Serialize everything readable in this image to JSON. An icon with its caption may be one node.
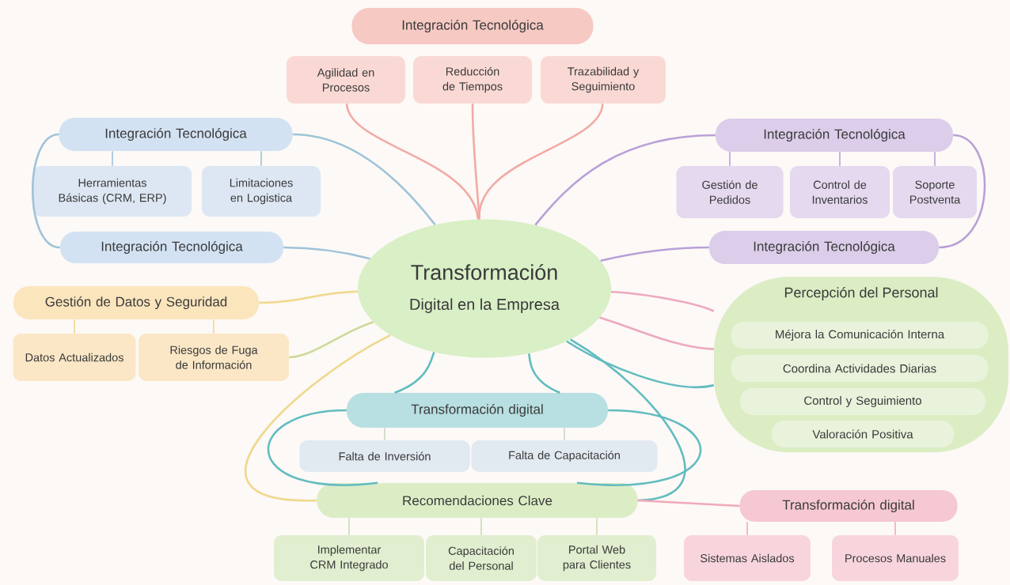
{
  "diagram": {
    "nodes": [
      {
        "text": [
          "Transformación",
          "Digital en la Empresa"
        ]
      },
      {
        "text": [
          "Integración Tecnológica"
        ]
      },
      {
        "text": [
          "Agilidad en Procesos"
        ]
      },
      {
        "text": [
          "Reducción de Tiempos"
        ]
      },
      {
        "text": [
          "Trazabilidad y Seguimiento"
        ]
      },
      {
        "text": [
          "Integración Tecnológica"
        ]
      },
      {
        "text": [
          "Herramientas Básicas (CRM, ERP)"
        ]
      },
      {
        "text": [
          "Limitaciones en Logistica"
        ]
      },
      {
        "text": [
          "Integración Tecnológica"
        ]
      },
      {
        "text": [
          "Integración Tecnológica"
        ]
      },
      {
        "text": [
          "Gestión de Pedidos"
        ]
      },
      {
        "text": [
          "Control de Inventarios"
        ]
      },
      {
        "text": [
          "Soporte Postventa"
        ]
      },
      {
        "text": [
          "Integración Tecnológica"
        ]
      },
      {
        "text": [
          "Gestión de Datos y Seguridad"
        ]
      },
      {
        "text": [
          "Datos Actualizados"
        ]
      },
      {
        "text": [
          "Riesgos de Fuga de Información"
        ]
      },
      {
        "text": [
          "Percepción del Personal"
        ]
      },
      {
        "text": [
          "Méjora la Comunicación Interna"
        ],
        "in": 17
      },
      {
        "text": [
          "Coordina Actividades Diarias"
        ],
        "in": 17
      },
      {
        "text": [
          "Control y Seguimiento"
        ],
        "in": 17
      },
      {
        "text": [
          "Valoración Positiva"
        ],
        "in": 17
      },
      {
        "text": [
          "Transformación digital"
        ]
      },
      {
        "text": [
          "Falta de Inversión"
        ]
      },
      {
        "text": [
          "Falta de Capacitación"
        ]
      },
      {
        "text": [
          "Recomendaciones Clave"
        ]
      },
      {
        "text": [
          "Implementar CRM Integrado"
        ]
      },
      {
        "text": [
          "Capacitación del Personal"
        ]
      },
      {
        "text": [
          "Portal Web para Clientes"
        ]
      },
      {
        "text": [
          "Transformación digital"
        ]
      },
      {
        "text": [
          "Sistemas Aislados"
        ]
      },
      {
        "text": [
          "Procesos Manuales"
        ]
      }
    ],
    "edges": [
      {
        "from": 0,
        "to": 2,
        "arrow": "none",
        "color": "#f2aaa5"
      },
      {
        "from": 0,
        "to": 3,
        "arrow": "none",
        "color": "#f2aaa5"
      },
      {
        "from": 0,
        "to": 4,
        "arrow": "none",
        "color": "#f2aaa5"
      },
      {
        "from": 0,
        "to": 5,
        "arrow": "none",
        "color": "#9fc3d8"
      },
      {
        "from": 5,
        "to": 6,
        "arrow": "none",
        "color": "#9fc3d8"
      },
      {
        "from": 5,
        "to": 7,
        "arrow": "none",
        "color": "#9fc3d8"
      },
      {
        "from": 5,
        "to": 8,
        "arrow": "none",
        "color": "#9fc3d8"
      },
      {
        "from": 0,
        "to": 8,
        "arrow": "none",
        "color": "#9fc3d8"
      },
      {
        "from": 0,
        "to": 9,
        "arrow": "none",
        "color": "#b9a0d8"
      },
      {
        "from": 9,
        "to": 10,
        "arrow": "none",
        "color": "#b9a0d8"
      },
      {
        "from": 9,
        "to": 11,
        "arrow": "none",
        "color": "#b9a0d8"
      },
      {
        "from": 9,
        "to": 12,
        "arrow": "none",
        "color": "#b9a0d8"
      },
      {
        "from": 9,
        "to": 13,
        "arrow": "none",
        "color": "#b9a0d8"
      },
      {
        "from": 0,
        "to": 13,
        "arrow": "none",
        "color": "#b9a0d8"
      },
      {
        "from": 0,
        "to": 14,
        "arrow": "none",
        "color": "#f0d88c"
      },
      {
        "from": 14,
        "to": 15,
        "arrow": "none",
        "color": "#f0d88c"
      },
      {
        "from": 14,
        "to": 16,
        "arrow": "none",
        "color": "#f0d88c"
      },
      {
        "from": 0,
        "to": 16,
        "arrow": "none",
        "color": "#cfd99a"
      },
      {
        "from": 0,
        "to": 25,
        "arrow": "none",
        "color": "#f0d88c"
      },
      {
        "from": 0,
        "to": 17,
        "arrow": "none",
        "color": "#eda8bf"
      },
      {
        "from": 0,
        "to": 17,
        "arrow": "none",
        "color": "#eda8bf"
      },
      {
        "from": 0,
        "to": 17,
        "arrow": "none",
        "color": "#62bcc0"
      },
      {
        "from": 0,
        "to": 22,
        "arrow": "none",
        "color": "#62bcc0"
      },
      {
        "from": 0,
        "to": 22,
        "arrow": "none",
        "color": "#62bcc0"
      },
      {
        "from": 0,
        "to": 25,
        "arrow": "none",
        "color": "#62bcc0"
      },
      {
        "from": 22,
        "to": 25,
        "arrow": "none",
        "color": "#62bcc0"
      },
      {
        "from": 22,
        "to": 25,
        "arrow": "none",
        "color": "#62bcc0"
      },
      {
        "from": 22,
        "to": 23,
        "arrow": "none",
        "color": "#c9d7c0"
      },
      {
        "from": 22,
        "to": 24,
        "arrow": "none",
        "color": "#c9d7c0"
      },
      {
        "from": 25,
        "to": 26,
        "arrow": "none",
        "color": "#c9ddb0"
      },
      {
        "from": 25,
        "to": 27,
        "arrow": "none",
        "color": "#c9ddb0"
      },
      {
        "from": 25,
        "to": 28,
        "arrow": "none",
        "color": "#c9ddb0"
      },
      {
        "from": 25,
        "to": 29,
        "arrow": "none",
        "color": "#f2a9b9"
      },
      {
        "from": 29,
        "to": 30,
        "arrow": "none",
        "color": "#f2a9b9"
      },
      {
        "from": 29,
        "to": 31,
        "arrow": "none",
        "color": "#f2a9b9"
      }
    ]
  }
}
